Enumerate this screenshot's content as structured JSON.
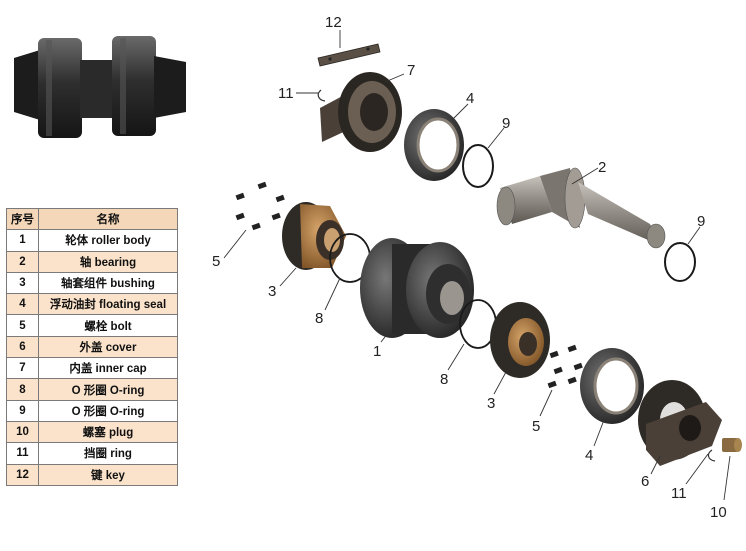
{
  "table": {
    "headers": {
      "num": "序号",
      "name": "名称"
    },
    "rows": [
      {
        "num": "1",
        "name": "轮体 roller body"
      },
      {
        "num": "2",
        "name": "轴 bearing"
      },
      {
        "num": "3",
        "name": "轴套组件 bushing"
      },
      {
        "num": "4",
        "name": "浮动油封 floating seal"
      },
      {
        "num": "5",
        "name": "螺栓 bolt"
      },
      {
        "num": "6",
        "name": "外盖 cover"
      },
      {
        "num": "7",
        "name": "内盖 inner cap"
      },
      {
        "num": "8",
        "name": "O 形圈 O-ring"
      },
      {
        "num": "9",
        "name": "O 形圈 O-ring"
      },
      {
        "num": "10",
        "name": "螺塞 plug"
      },
      {
        "num": "11",
        "name": "挡圈 ring"
      },
      {
        "num": "12",
        "name": "键 key"
      }
    ]
  },
  "callouts": {
    "c12": "12",
    "c7": "7",
    "c11a": "11",
    "c4a": "4",
    "c9a": "9",
    "c2": "2",
    "c9b": "9",
    "c5a": "5",
    "c3a": "3",
    "c8a": "8",
    "c1": "1",
    "c8b": "8",
    "c3b": "3",
    "c5b": "5",
    "c4b": "4",
    "c6": "6",
    "c11b": "11",
    "c10": "10"
  },
  "colors": {
    "metal_dark": "#2b2b2b",
    "metal_mid": "#4a4a4a",
    "metal_light": "#8a8a8a",
    "steel": "#9a9590",
    "bronze": "#b8834a",
    "table_header": "#f4d7b8",
    "table_row_alt": "#fbe3cb"
  }
}
